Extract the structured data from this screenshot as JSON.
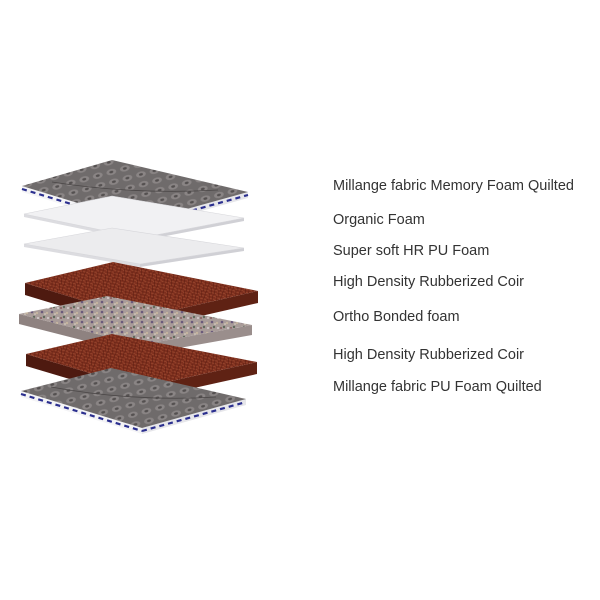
{
  "layers": [
    {
      "label": "Millange fabric Memory Foam Quilted",
      "kind": "quilted-fabric",
      "color": "#6e6a6a"
    },
    {
      "label": "Organic Foam",
      "kind": "thin-foam",
      "color": "#f1f1f3"
    },
    {
      "label": "Super soft HR PU Foam",
      "kind": "thin-foam",
      "color": "#ececee"
    },
    {
      "label": "High Density Rubberized Coir",
      "kind": "coir",
      "color": "#7a2c1c"
    },
    {
      "label": "Ortho Bonded foam",
      "kind": "bonded-foam",
      "color": "#a89a98"
    },
    {
      "label": "High Density Rubberized Coir",
      "kind": "coir",
      "color": "#7a2c1c"
    },
    {
      "label": "Millange fabric PU Foam Quilted",
      "kind": "quilted-fabric",
      "color": "#6e6a6a"
    }
  ],
  "colors": {
    "piping_blue": "#2b2f8f",
    "coir_edge": "#4e1a10",
    "coir_top": "#8b3a24"
  }
}
